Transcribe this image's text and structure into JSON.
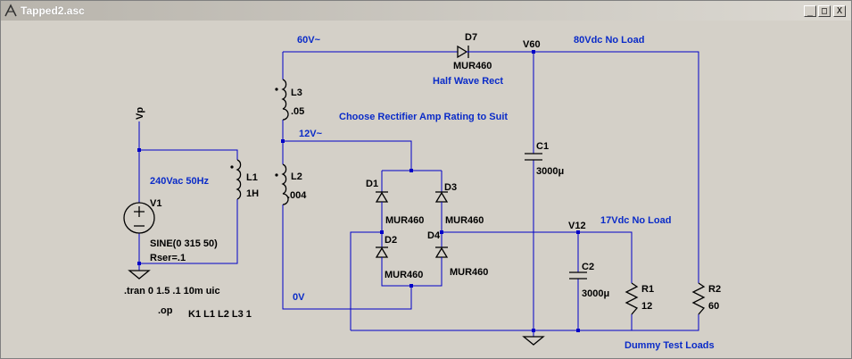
{
  "window": {
    "title": "Tapped2.asc",
    "min": "_",
    "max": "□",
    "close": "X"
  },
  "labels": {
    "vp": "Vp",
    "v1_name": "V1",
    "src_spec": "240Vac 50Hz",
    "sine": "SINE(0 315 50)",
    "rser": "Rser=.1",
    "l1": "L1",
    "l1_val": "1H",
    "l3": "L3",
    "l3_val": ".05",
    "l2": "L2",
    "l2_val": ".004",
    "n60v": "60V~",
    "n12v": "12V~",
    "n0v": "0V",
    "d7": "D7",
    "d7_val": "MUR460",
    "half_wave": "Half Wave Rect",
    "choose": "Choose Rectifier Amp Rating to Suit",
    "v60": "V60",
    "no_load_80": "80Vdc  No Load",
    "c1": "C1",
    "c1_val": "3000μ",
    "d1": "D1",
    "d1_val": "MUR460",
    "d2": "D2",
    "d2_val": "MUR460",
    "d3": "D3",
    "d3_val": "MUR460",
    "d4": "D4",
    "d4_val": "MUR460",
    "v12": "V12",
    "no_load_17": "17Vdc No Load",
    "c2": "C2",
    "c2_val": "3000μ",
    "r1": "R1",
    "r1_val": "12",
    "r2": "R2",
    "r2_val": "60",
    "dummy": "Dummy Test Loads",
    "tran": ".tran 0 1.5 .1 10m uic",
    "op": ".op",
    "k": "K1 L1 L2  L3 1"
  }
}
